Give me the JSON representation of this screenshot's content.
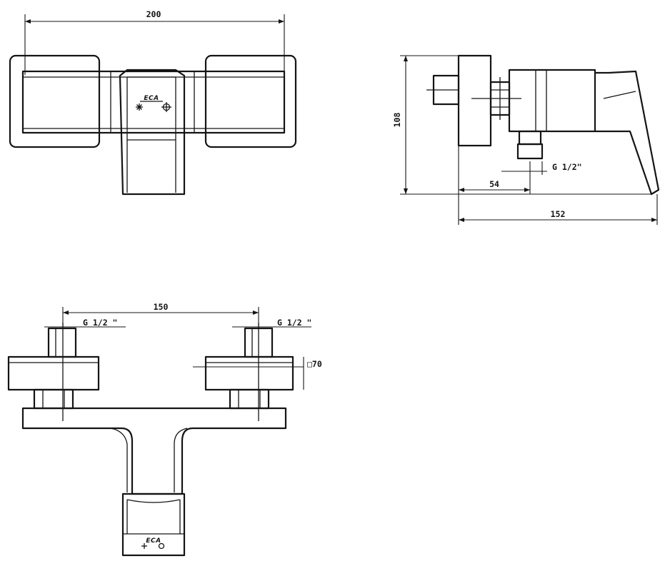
{
  "front_view": {
    "width_label": "200",
    "logo_text": "ECA"
  },
  "side_view": {
    "height_label": "108",
    "outlet_label": "G 1/2\"",
    "inner_depth_label": "54",
    "total_depth_label": "152"
  },
  "top_view": {
    "spacing_label": "150",
    "left_thread_label": "G 1/2 \"",
    "right_thread_label": "G 1/2 \"",
    "section_label": "□70",
    "logo_text": "ECA"
  }
}
